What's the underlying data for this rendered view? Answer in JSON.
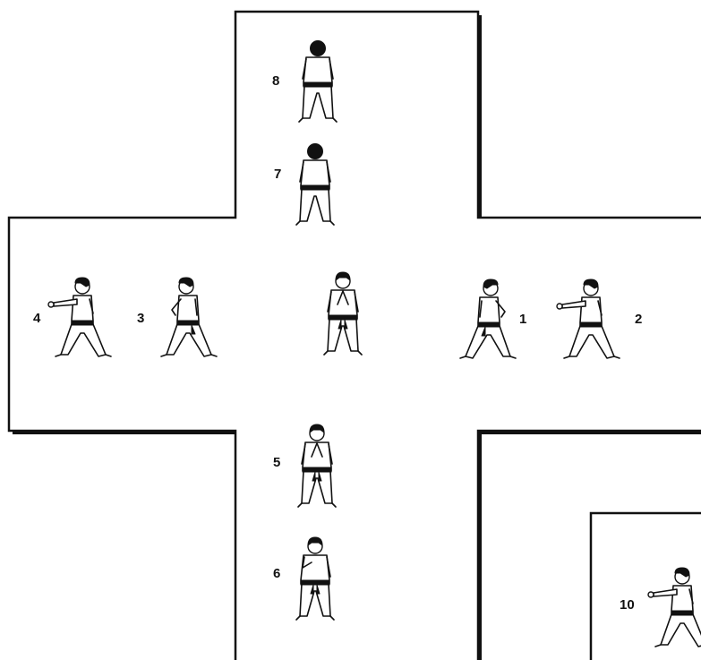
{
  "diagram": {
    "steps": [
      {
        "id": "1",
        "label": "1",
        "facing": "right",
        "pose": "stance"
      },
      {
        "id": "2",
        "label": "2",
        "facing": "left",
        "pose": "punch"
      },
      {
        "id": "3",
        "label": "3",
        "facing": "left",
        "pose": "stance"
      },
      {
        "id": "4",
        "label": "4",
        "facing": "left",
        "pose": "punch"
      },
      {
        "id": "5",
        "label": "5",
        "facing": "front",
        "pose": "stance"
      },
      {
        "id": "6",
        "label": "6",
        "facing": "front",
        "pose": "guard"
      },
      {
        "id": "7",
        "label": "7",
        "facing": "back",
        "pose": "ready"
      },
      {
        "id": "8",
        "label": "8",
        "facing": "back",
        "pose": "ready"
      },
      {
        "id": "start",
        "label": "",
        "facing": "front",
        "pose": "ready"
      },
      {
        "id": "10",
        "label": "10",
        "facing": "left",
        "pose": "punch"
      }
    ]
  },
  "colors": {
    "line": "#111111",
    "background": "#ffffff"
  }
}
